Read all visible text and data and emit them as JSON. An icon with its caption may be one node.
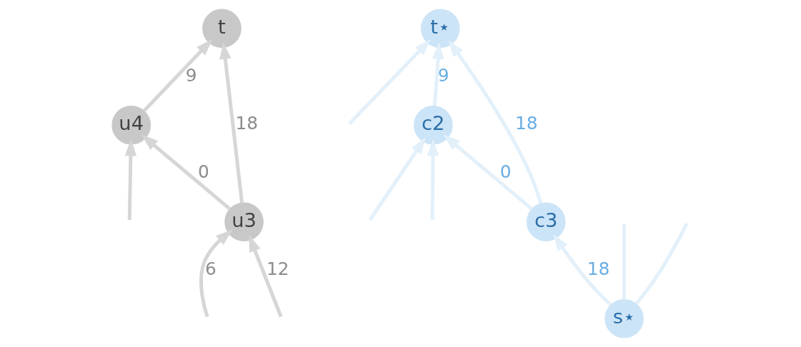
{
  "diagram": {
    "nodes": [
      {
        "text": [
          "t"
        ]
      },
      {
        "text": [
          "c3"
        ]
      },
      {
        "text": [
          "u3"
        ]
      },
      {
        "text": [
          "u4"
        ]
      },
      {
        "text": [
          "s⋆"
        ]
      },
      {
        "text": [
          "c2"
        ]
      },
      {
        "text": [
          "t⋆"
        ]
      }
    ],
    "edges": [
      {
        "from": 2,
        "to": 0,
        "arrow": "to",
        "label": "18",
        "color": "#d6d6d6"
      },
      {
        "from": 3,
        "to": 0,
        "arrow": "to",
        "label": "9",
        "color": "#d6d6d6"
      },
      {
        "from": 4,
        "to": 1,
        "arrow": "to",
        "label": "18"
      },
      {
        "from": 1,
        "to": 6,
        "arrow": "to",
        "label": "18"
      },
      {
        "from": 2,
        "to": 3,
        "arrow": "to",
        "label": "0",
        "color": "#d6d6d6"
      },
      {
        "from": 1,
        "to": 5,
        "arrow": "to",
        "label": "0"
      },
      {
        "from": null,
        "to": 2,
        "arrow": "to",
        "label": "6",
        "color": "#d6d6d6"
      },
      {
        "from": null,
        "to": 2,
        "arrow": "to",
        "label": "12",
        "color": "#d6d6d6"
      },
      {
        "from": null,
        "to": 3,
        "arrow": "to",
        "color": "#d6d6d6"
      },
      {
        "from": 5,
        "to": 6,
        "arrow": "to",
        "label": "9"
      },
      {
        "from": 4,
        "to": null,
        "arrow": "none"
      },
      {
        "from": 4,
        "to": null,
        "arrow": "none"
      },
      {
        "from": null,
        "to": 5,
        "arrow": "to"
      },
      {
        "from": null,
        "to": 5,
        "arrow": "to"
      },
      {
        "from": null,
        "to": 6,
        "arrow": "to"
      }
    ]
  }
}
